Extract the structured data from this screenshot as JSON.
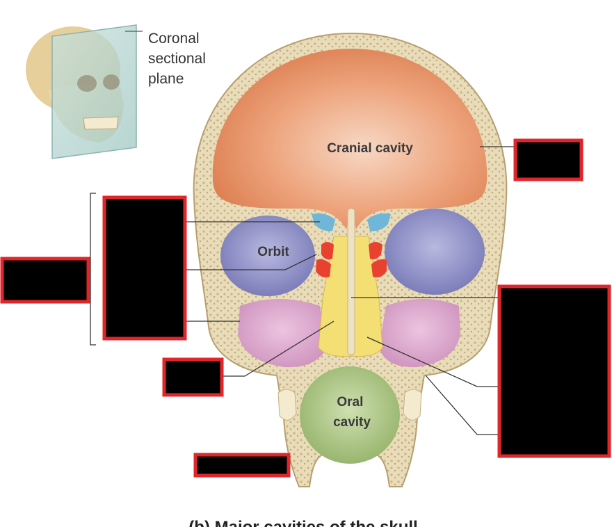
{
  "inset": {
    "plane_label": [
      "Coronal",
      "sectional",
      "plane"
    ]
  },
  "labels": {
    "cranial_cavity": "Cranial cavity",
    "orbit": "Orbit",
    "oral_cavity": [
      "Oral",
      "cavity"
    ]
  },
  "caption": "(b) Major cavities of the skull",
  "colors": {
    "redaction_fill": "#000000",
    "redaction_border": "#e0262b",
    "bone": "#ede2c4",
    "bone_edge": "#c8b48a",
    "cranial": "#e8956a",
    "orbit": "#8b8cc4",
    "nasal": "#f5e27a",
    "paranasal_red": "#e8412f",
    "paranasal_blue": "#6fb6d8",
    "maxillary": "#dca6cc",
    "oral": "#a4bf7c"
  }
}
